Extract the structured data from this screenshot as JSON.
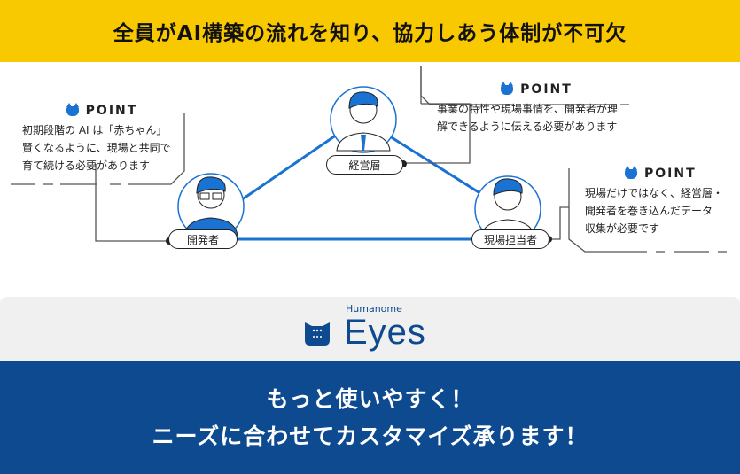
{
  "header": {
    "title": "全員がAI構築の流れを知り、協力しあう体制が不可欠"
  },
  "point_label": "POINT",
  "roles": {
    "developer": "開発者",
    "management": "経営層",
    "field": "現場担当者"
  },
  "points": [
    {
      "lines": [
        "初期段階の AI は「赤ちゃん」",
        "賢くなるように、現場と共同で",
        "育て続ける必要があります"
      ]
    },
    {
      "lines": [
        "事業の特性や現場事情を、開発者が理",
        "解できるように伝える必要があります"
      ]
    },
    {
      "lines": [
        "現場だけではなく、経営層・",
        "開発者を巻き込んだデータ",
        "収集が必要です"
      ]
    }
  ],
  "brand": {
    "sub": "Humanome",
    "name": "Eyes"
  },
  "footer": {
    "lines": [
      "もっと使いやすく！",
      "ニーズに合わせてカスタマイズ承ります！"
    ]
  },
  "colors": {
    "header": "#f8c800",
    "accent": "#1a73d2",
    "footer": "#0d4a8f"
  }
}
